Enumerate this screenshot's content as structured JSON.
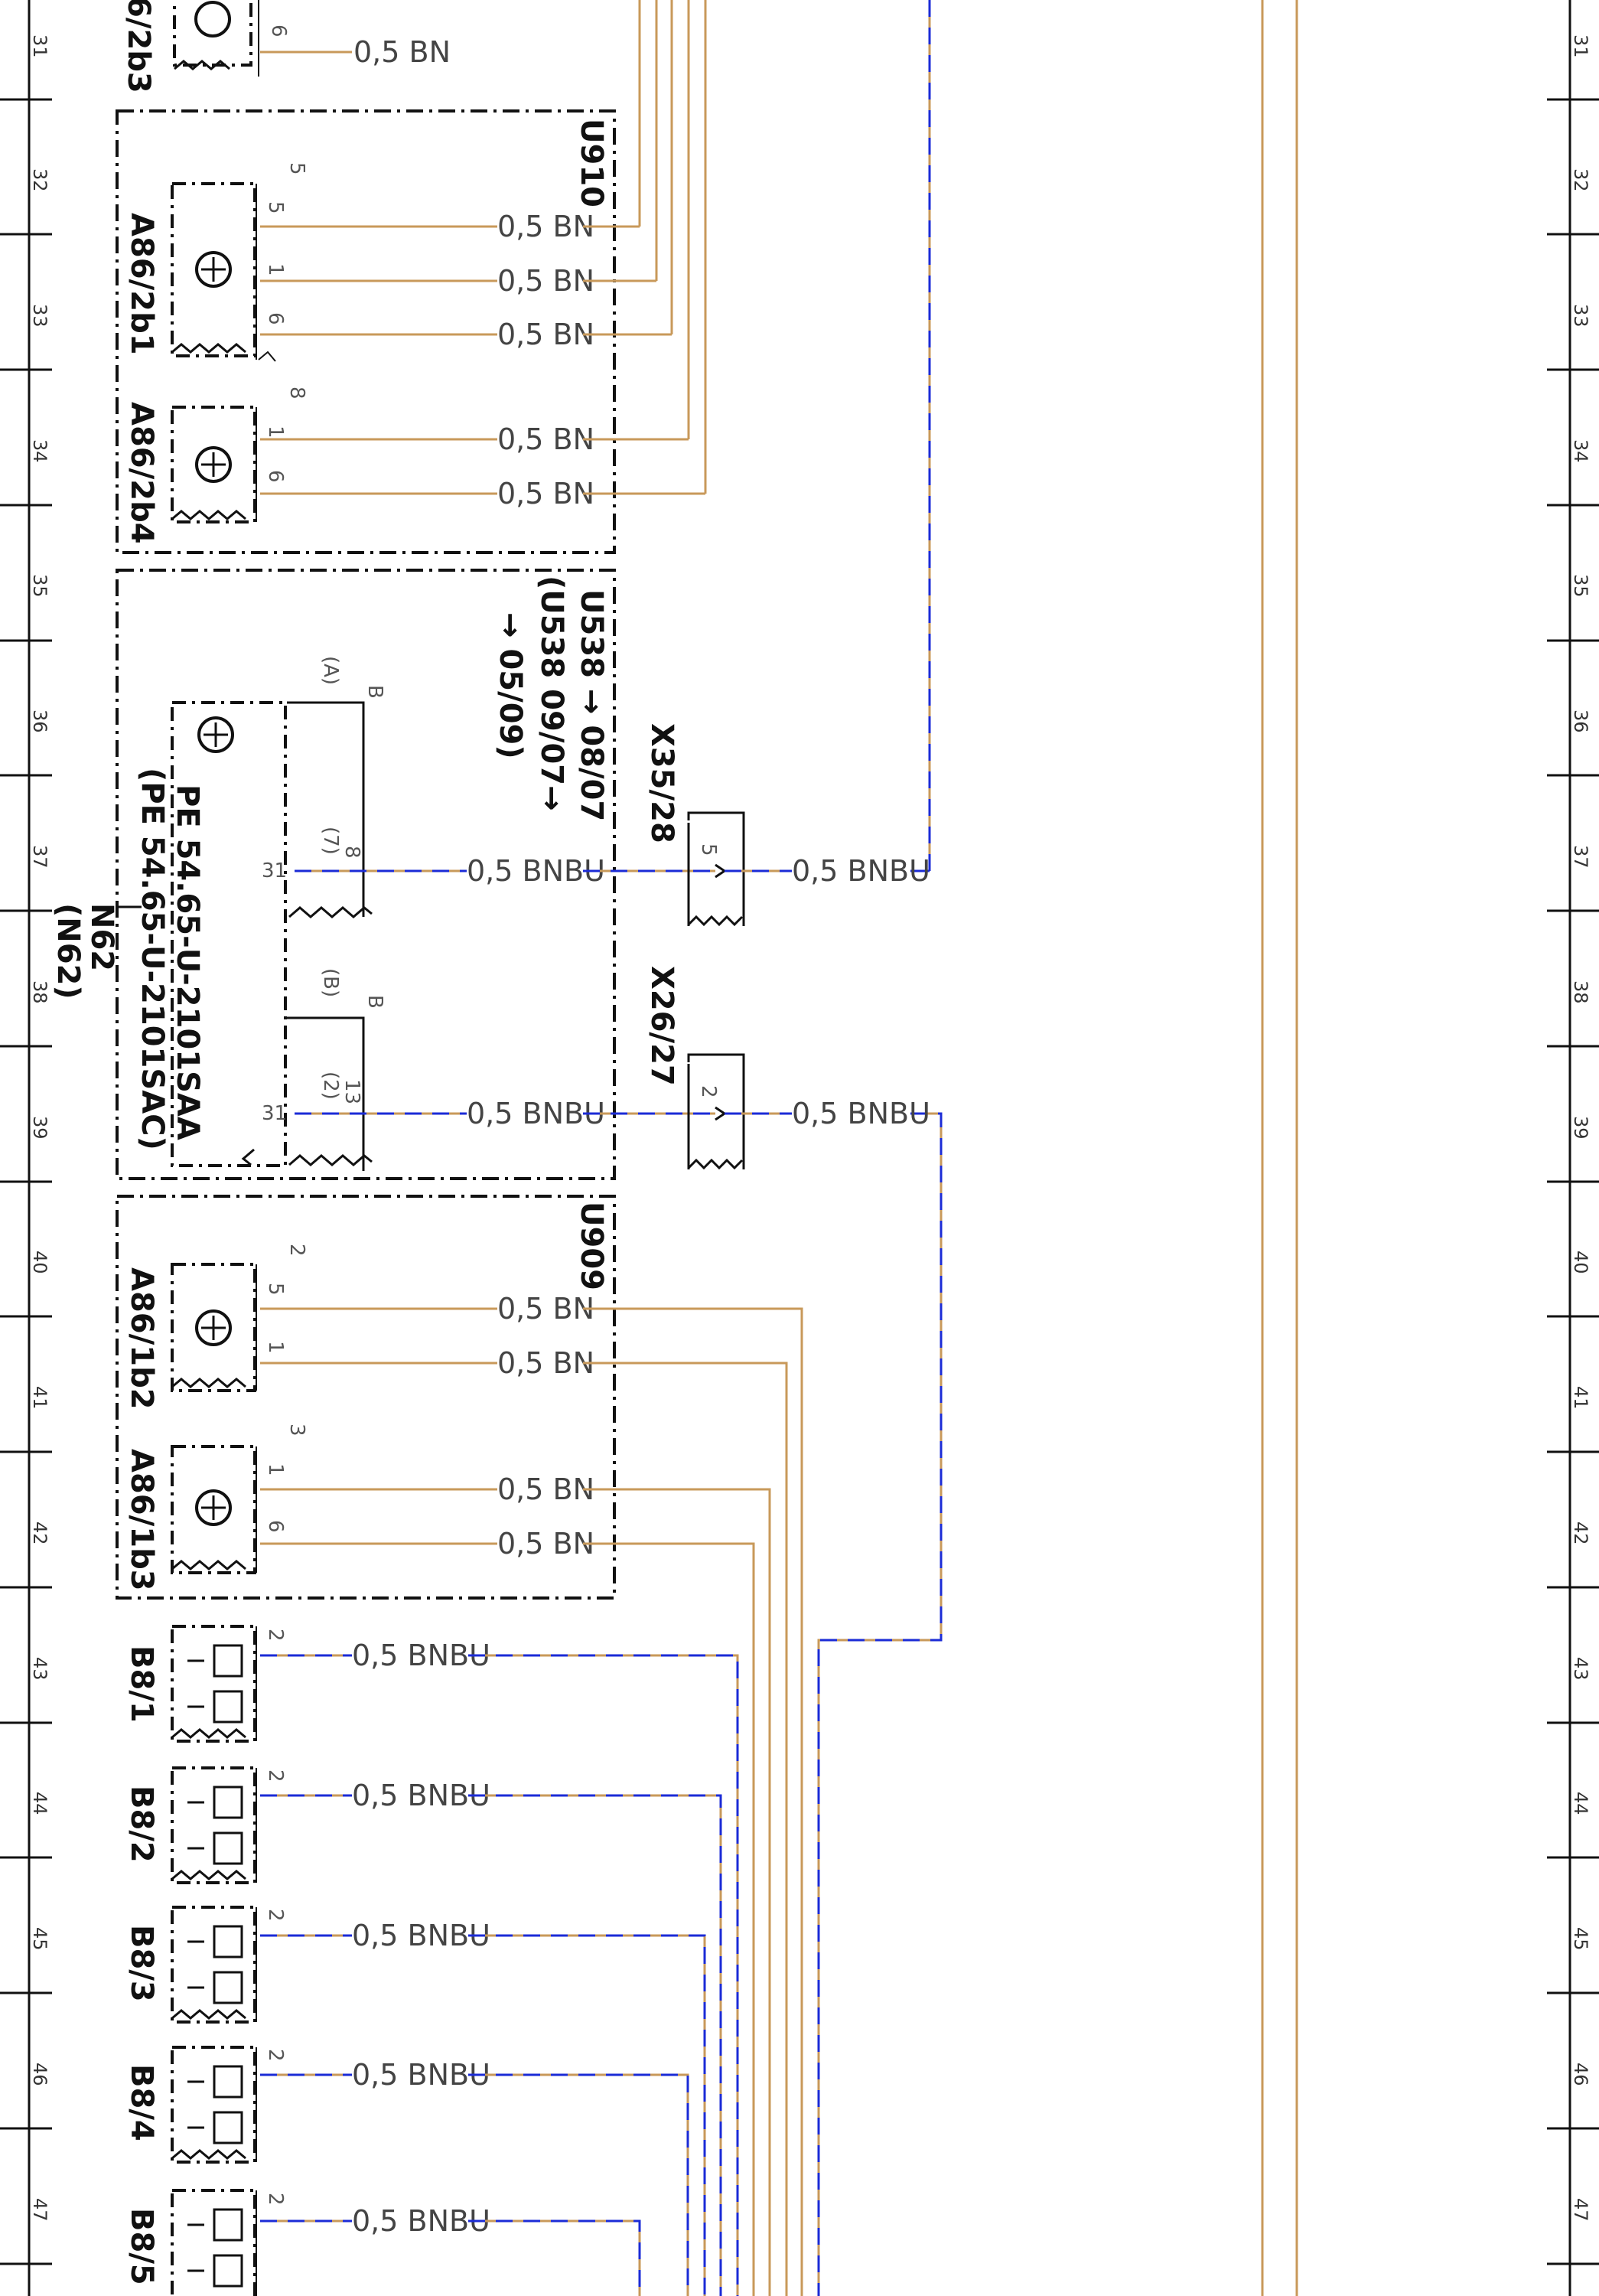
{
  "colors": {
    "brown": "#c8995a",
    "blue": "#1b2bd6",
    "black": "#111111",
    "grey_text": "#444444"
  },
  "ruler": [
    "31",
    "32",
    "33",
    "34",
    "35",
    "36",
    "37",
    "38",
    "39",
    "40",
    "41",
    "42",
    "43",
    "44",
    "45",
    "46",
    "47"
  ],
  "blocks": {
    "u910": "U910",
    "u909": "U909",
    "u538_a": "U538 → 08/07",
    "u538_b": "(U538 09/07→",
    "u538_c": "→ 05/09)"
  },
  "components": {
    "a86_2b3": "6/2b3",
    "a86_2b1": "A86/2b1",
    "a86_2b4": "A86/2b4",
    "a86_1b2": "A86/1b2",
    "a86_1b3": "A86/1b3",
    "n62": "N62",
    "n62_alt": "(N62)",
    "pe_a": "PE 54.65-U-2101SAA",
    "pe_b": "(PE 54.65-U-2101SAC)",
    "b8_1": "B8/1",
    "b8_2": "B8/2",
    "b8_3": "B8/3",
    "b8_4": "B8/4",
    "b8_5": "B8/5",
    "x35": "X35/28",
    "x26": "X26/27"
  },
  "wires": {
    "bn": "0,5 BN",
    "bnbu": "0,5 BNBU"
  },
  "pins": {
    "p1": "1",
    "p2": "2",
    "p3": "3",
    "p5": "5",
    "p6": "6",
    "p8": "8",
    "p13": "13",
    "p31": "31",
    "b": "B",
    "pa": "(A)",
    "pb": "(B)",
    "p7p": "(7)",
    "p2p": "(2)"
  }
}
